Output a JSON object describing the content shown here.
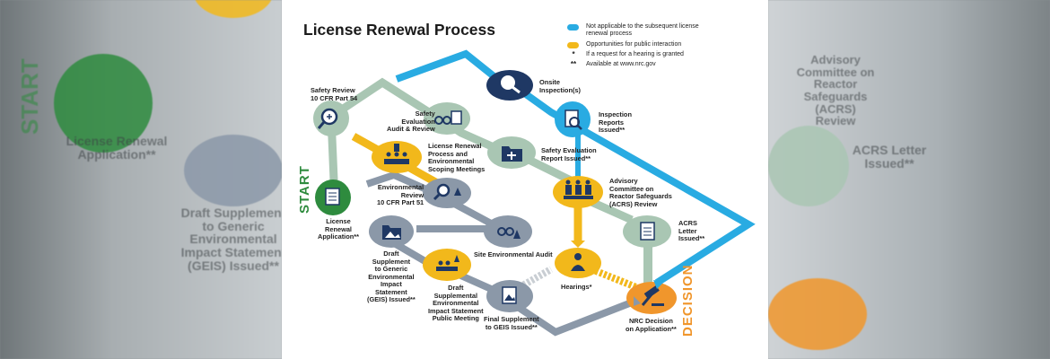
{
  "title": "License Renewal Process",
  "colors": {
    "blue": "#29abe2",
    "yellow": "#f2b81b",
    "green": "#2e8b3e",
    "gray": "#8b98a8",
    "sage": "#a9c6b3",
    "orange": "#f0962c",
    "navy": "#1f3864"
  },
  "legend": [
    {
      "symbol": "blue-pill",
      "text": "Not applicable to the subsequent license\nrenewal process"
    },
    {
      "symbol": "yellow-pill",
      "text": "Opportunities for public interaction"
    },
    {
      "symbol": "*",
      "text": "If a request for a hearing is granted"
    },
    {
      "symbol": "**",
      "text": "Available at www.nrc.gov"
    }
  ],
  "start_label": "START",
  "decision_label": "DECISION",
  "nodes": {
    "license_renewal_application": {
      "label": "License\nRenewal\nApplication**",
      "icon": "document-icon"
    },
    "safety_review": {
      "label": "Safety Review\n10 CFR Part 54",
      "icon": "magnifier-icon"
    },
    "scoping_meetings": {
      "label": "License Renewal\nProcess and\nEnvironmental\nScoping Meetings",
      "icon": "meeting-icon"
    },
    "safety_audit": {
      "label": "Safety\nEvaluation\nAudit & Review",
      "icon": "glasses-document-icon"
    },
    "onsite_inspections": {
      "label": "Onsite\nInspection(s)",
      "icon": "magnifier-icon"
    },
    "inspection_reports": {
      "label": "Inspection\nReports\nIssued**",
      "icon": "report-magnifier-icon"
    },
    "safety_evaluation_report": {
      "label": "Safety Evaluation\nReport Issued**",
      "icon": "folder-plus-icon"
    },
    "environmental_review": {
      "label": "Environmental\nReview\n10 CFR Part 51",
      "icon": "magnifier-tree-icon"
    },
    "site_audit": {
      "label": "Site Environmental Audit",
      "icon": "glasses-tree-icon"
    },
    "draft_supplement": {
      "label": "Draft\nSupplement\nto Generic\nEnvironmental\nImpact\nStatement\n(GEIS) Issued**",
      "icon": "folder-landscape-icon"
    },
    "draft_public_meeting": {
      "label": "Draft\nSupplemental\nEnvironmental\nImpact Statement\nPublic Meeting",
      "icon": "meeting-tree-icon"
    },
    "final_supplement": {
      "label": "Final Supplement\nto GEIS Issued**",
      "icon": "landscape-document-icon"
    },
    "acrs_review": {
      "label": "Advisory\nCommittee on\nReactor Safeguards\n(ACRS) Review",
      "icon": "committee-icon"
    },
    "acrs_letter": {
      "label": "ACRS\nLetter\nIssued**",
      "icon": "letter-icon"
    },
    "hearings": {
      "label": "Hearings*",
      "icon": "hearing-person-icon"
    },
    "nrc_decision": {
      "label": "NRC Decision\non Application**",
      "icon": "gavel-icon"
    }
  }
}
